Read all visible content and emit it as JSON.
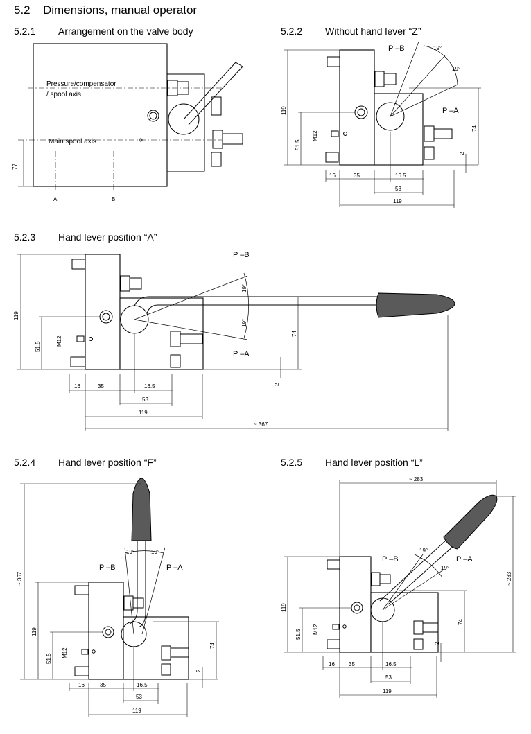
{
  "heading": {
    "number": "5.2",
    "title": "Dimensions, manual operator"
  },
  "sections": [
    {
      "number": "5.2.1",
      "title": "Arrangement on the valve body"
    },
    {
      "number": "5.2.2",
      "title": "Without hand lever “Z”"
    },
    {
      "number": "5.2.3",
      "title": "Hand lever position “A”"
    },
    {
      "number": "5.2.4",
      "title": "Hand lever position “F”"
    },
    {
      "number": "5.2.5",
      "title": "Hand lever position “L”"
    }
  ],
  "labels": {
    "pressure_axis_1": "Pressure/compensator",
    "pressure_axis_2": "/ spool axis",
    "main_spool_axis": "Main spool axis",
    "port_a": "A",
    "port_b": "B",
    "pb": "P –B",
    "pa": "P –A",
    "m12": "M12",
    "angle": "19°"
  },
  "dimensions": {
    "d77": "77",
    "d119": "119",
    "d74": "74",
    "d51_5": "51.5",
    "d2": "2",
    "d16": "16",
    "d35": "35",
    "d16_5": "16.5",
    "d53": "53",
    "d367": "~ 367",
    "d283": "~ 283"
  }
}
